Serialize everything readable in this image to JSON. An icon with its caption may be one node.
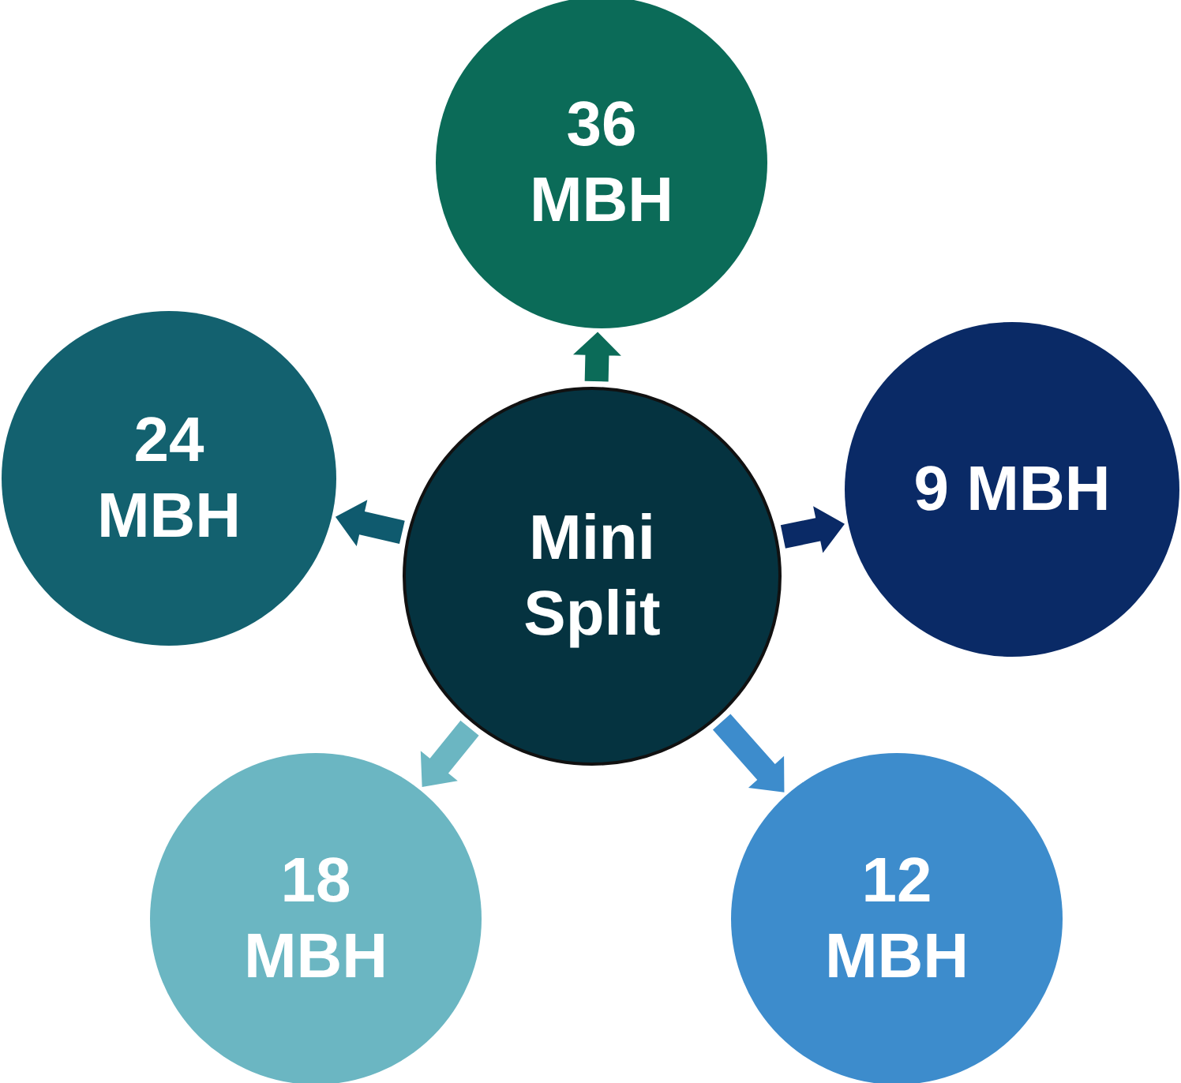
{
  "diagram": {
    "nodes": [
      {
        "text": [
          "Mini Split"
        ]
      },
      {
        "text": [
          "36 MBH"
        ]
      },
      {
        "text": [
          "9 MBH"
        ]
      },
      {
        "text": [
          "12 MBH"
        ]
      },
      {
        "text": [
          "18 MBH"
        ]
      },
      {
        "text": [
          "24 MBH"
        ]
      }
    ],
    "edges": [
      {
        "from": 0,
        "to": 1,
        "arrow": "to",
        "color": "#0b6b58"
      },
      {
        "from": 0,
        "to": 2,
        "arrow": "to",
        "color": "#0a2a66"
      },
      {
        "from": 0,
        "to": 3,
        "arrow": "to",
        "color": "#3d8ccc"
      },
      {
        "from": 0,
        "to": 4,
        "arrow": "to",
        "color": "#6bb6c2"
      },
      {
        "from": 0,
        "to": 5,
        "arrow": "to",
        "color": "#0f5a6e"
      }
    ]
  }
}
